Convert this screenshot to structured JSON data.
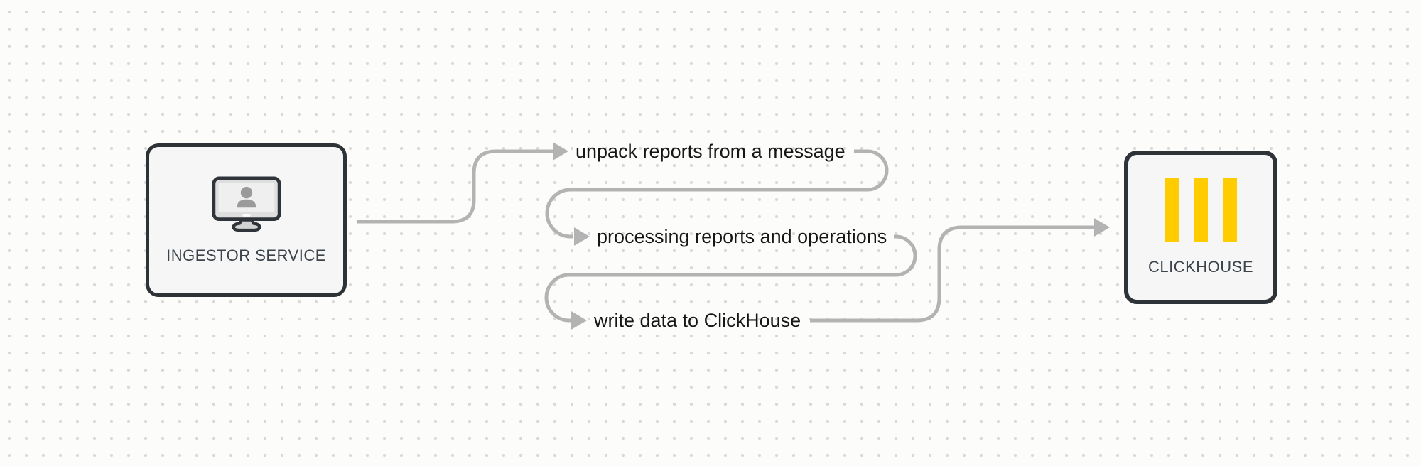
{
  "theme": {
    "bg": "#fcfcfb",
    "dot_color": "#d9d9d9",
    "connector_color": "#b3b3b3",
    "node_fill": "#f5f6f5",
    "node_border": "#2e3338",
    "node_label_color": "#3c434b",
    "step_text_color": "#161616",
    "accent": "#ffcc00"
  },
  "nodes": {
    "ingestor": {
      "label": "INGESTOR SERVICE",
      "icon": "monitor-user-icon"
    },
    "clickhouse": {
      "label": "CLICKHOUSE",
      "icon": "clickhouse-logo-icon"
    }
  },
  "steps": [
    {
      "label": "unpack reports from a message"
    },
    {
      "label": "processing reports and operations"
    },
    {
      "label": "write data to ClickHouse"
    }
  ]
}
